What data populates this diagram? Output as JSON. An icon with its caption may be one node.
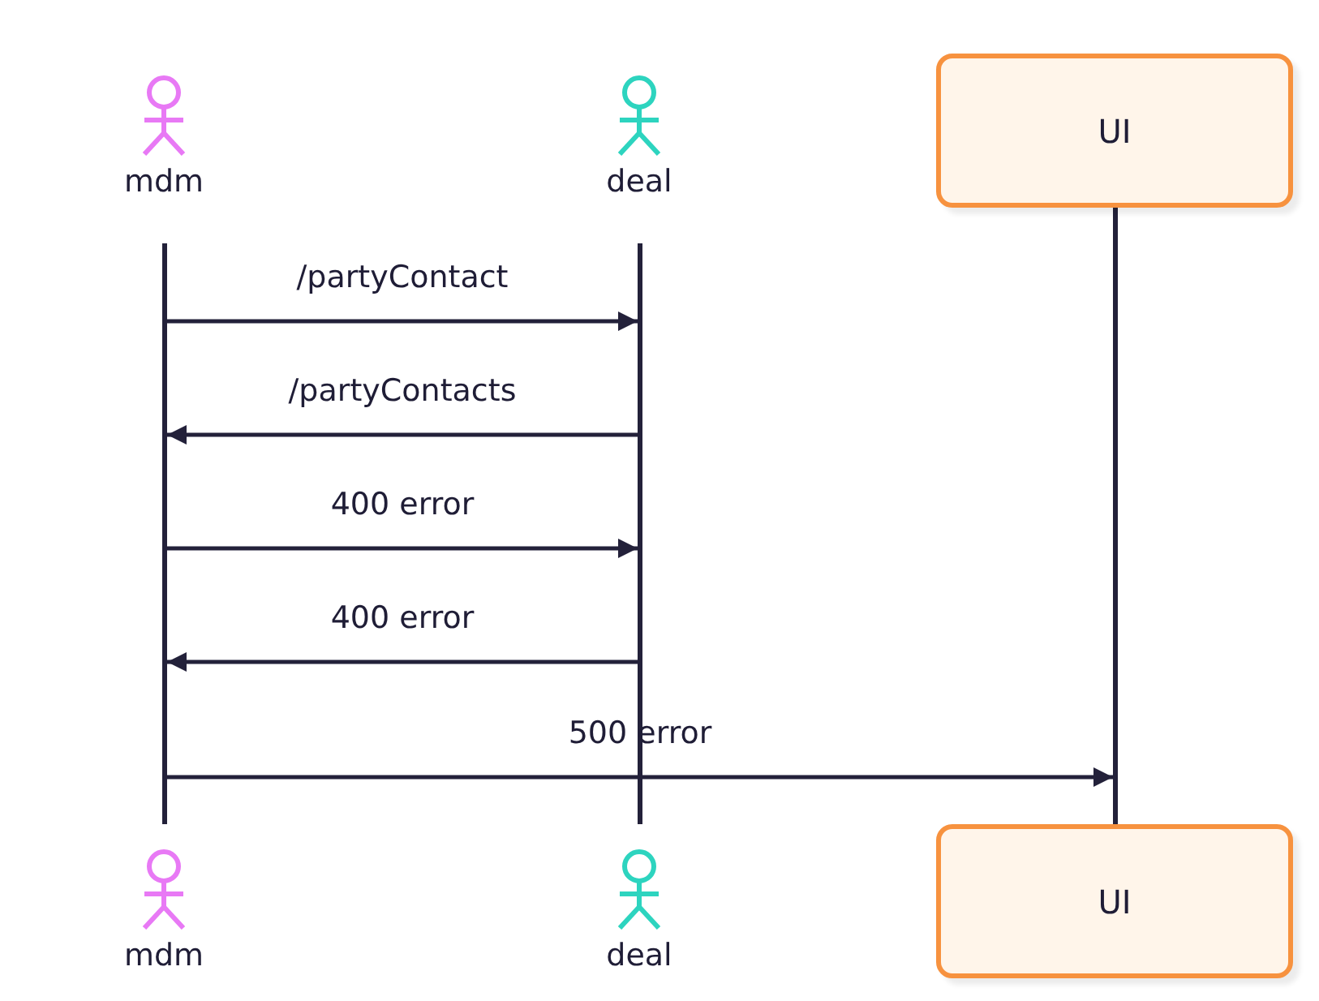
{
  "diagram": {
    "nodes": [
      {
        "text": [
          "mdm"
        ]
      },
      {
        "text": [
          "deal"
        ]
      },
      {
        "text": [
          "UI"
        ]
      },
      {
        "text": [],
        "shape": "bar"
      },
      {
        "text": [],
        "shape": "bar"
      },
      {
        "text": [],
        "shape": "bar"
      },
      {
        "text": [
          "mdm"
        ]
      },
      {
        "text": [
          "deal"
        ]
      },
      {
        "text": [
          "UI"
        ]
      }
    ],
    "edges": [
      {
        "from": 3,
        "to": 4,
        "arrow": "to",
        "label": "/partyContact"
      },
      {
        "from": 4,
        "to": 3,
        "arrow": "to",
        "label": "/partyContacts"
      },
      {
        "from": 3,
        "to": 4,
        "arrow": "to",
        "label": "400 error"
      },
      {
        "from": 4,
        "to": 3,
        "arrow": "to",
        "label": "400 error"
      },
      {
        "from": 3,
        "to": 5,
        "arrow": "to",
        "label": "500 error"
      }
    ]
  }
}
